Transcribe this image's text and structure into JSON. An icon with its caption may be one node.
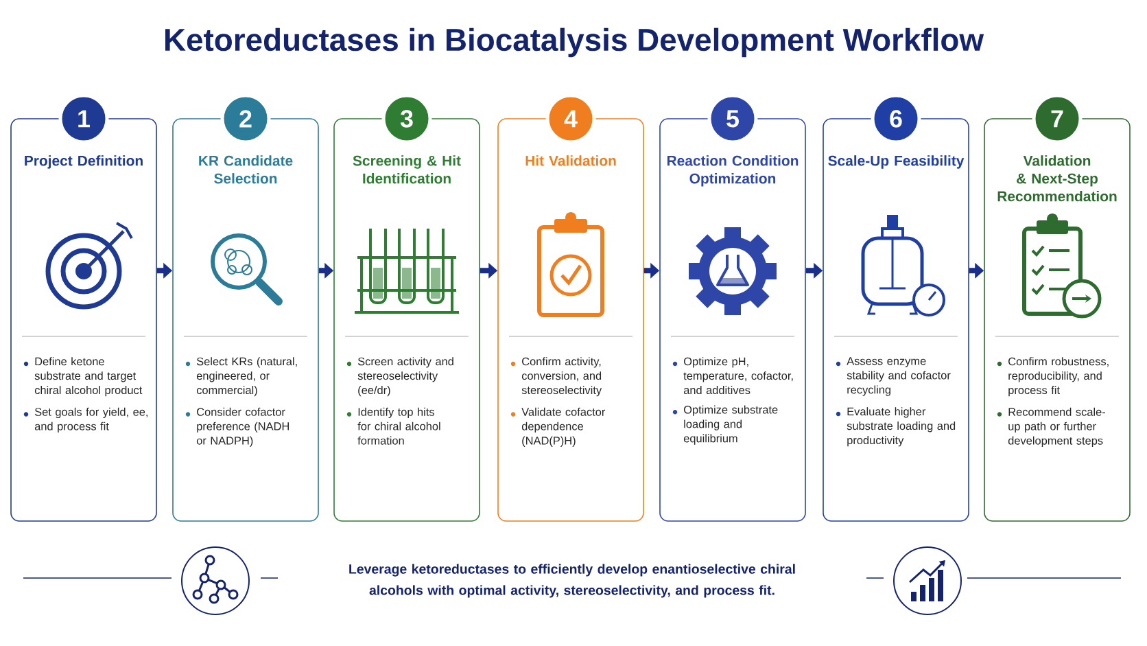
{
  "diagram": {
    "title": "Ketoreductases in Biocatalysis Development Workflow",
    "nodes": [
      {
        "text": [
          "1",
          "Project Definition",
          "Define ketone substrate and target chiral alcohol product",
          "Set goals for yield, ee, and process fit"
        ]
      },
      {
        "text": [
          "2",
          "KR Candidate Selection",
          "Select KRs (natural, engineered, or commercial)",
          "Consider cofactor preference (NADH or NADPH)"
        ]
      },
      {
        "text": [
          "3",
          "Screening & Hit Identification",
          "Screen activity and stereoselectivity (ee/dr)",
          "Identify top hits for chiral alcohol formation"
        ]
      },
      {
        "text": [
          "4",
          "Hit Validation",
          "Confirm activity, conversion, and stereoselectivity",
          "Validate cofactor dependence (NAD(P)H)"
        ]
      },
      {
        "text": [
          "5",
          "Reaction Condition Optimization",
          "Optimize pH, temperature, cofactor, and additives",
          "Optimize substrate loading and equilibrium"
        ]
      },
      {
        "text": [
          "6",
          "Scale-Up Feasibility",
          "Assess enzyme stability and cofactor recycling",
          "Evaluate higher substrate loading and productivity"
        ]
      },
      {
        "text": [
          "7",
          "Validation & Next-Step Recommendation",
          "Confirm robustness, reproducibility, and process fit",
          "Recommend scale-up path or further development steps"
        ]
      }
    ],
    "edges": [
      {
        "from": 0,
        "to": 1,
        "arrow": "to"
      },
      {
        "from": 1,
        "to": 2,
        "arrow": "to"
      },
      {
        "from": 2,
        "to": 3,
        "arrow": "to"
      },
      {
        "from": 3,
        "to": 4,
        "arrow": "to"
      },
      {
        "from": 4,
        "to": 5,
        "arrow": "to"
      },
      {
        "from": 5,
        "to": 6,
        "arrow": "to"
      }
    ],
    "caption": "Leverage ketoreductases to efficiently develop enantioselective chiral alcohols with optimal activity, stereoselectivity, and process fit."
  }
}
